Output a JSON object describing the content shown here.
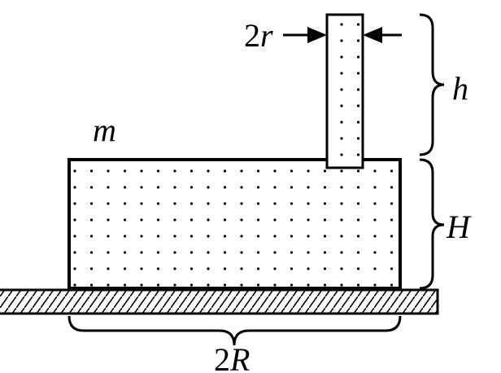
{
  "labels": {
    "mass": "m",
    "tube_diameter_coef": "2",
    "tube_diameter_var": "r",
    "tube_height": "h",
    "vessel_height": "H",
    "vessel_diameter_coef": "2",
    "vessel_diameter_var": "R"
  },
  "colors": {
    "ink": "#000000",
    "background": "#ffffff"
  }
}
